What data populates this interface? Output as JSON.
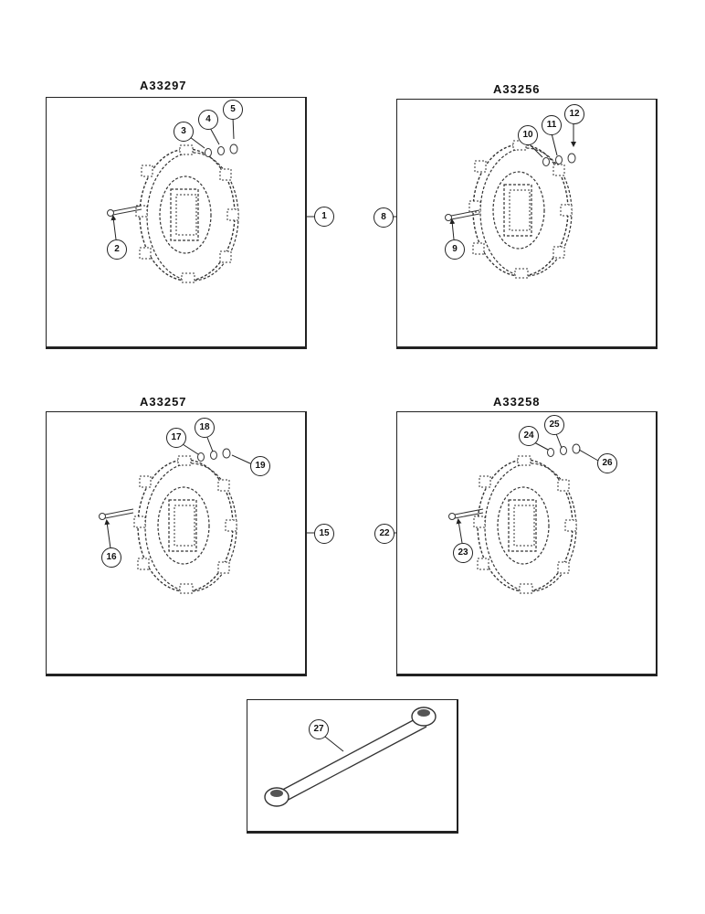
{
  "panels": [
    {
      "title": "A33297",
      "assembly_callout": "1",
      "bolt_callout": "2",
      "hardware_callouts": [
        "3",
        "4",
        "5"
      ]
    },
    {
      "title": "A33256",
      "assembly_callout": "8",
      "bolt_callout": "9",
      "hardware_callouts": [
        "10",
        "11",
        "12"
      ]
    },
    {
      "title": "A33257",
      "assembly_callout": "15",
      "bolt_callout": "16",
      "hardware_callouts": [
        "17",
        "18",
        "19"
      ]
    },
    {
      "title": "A33258",
      "assembly_callout": "22",
      "bolt_callout": "23",
      "hardware_callouts": [
        "24",
        "25",
        "26"
      ]
    }
  ],
  "wrench_panel": {
    "callout": "27"
  }
}
